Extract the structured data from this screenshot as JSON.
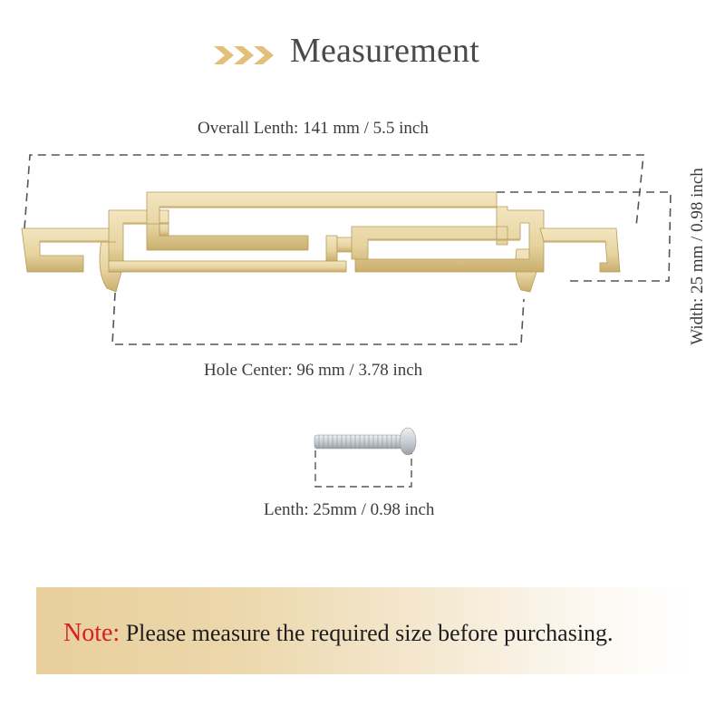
{
  "header": {
    "icon": "triple-chevron-right-icon",
    "title": "Measurement",
    "accent_color": "#e3bf7a"
  },
  "handle": {
    "finish_color": "#e6d3a0",
    "overall_length_label": "Overall Lenth: 141 mm / 5.5 inch",
    "hole_center_label": "Hole Center: 96 mm / 3.78 inch",
    "width_label": "Width: 25 mm / 0.98 inch"
  },
  "screw": {
    "length_label": "Lenth: 25mm / 0.98 inch",
    "color": "#c9ced4"
  },
  "note": {
    "label": "Note:",
    "text": " Please measure the required size before purchasing.",
    "label_color": "#d81e1e"
  }
}
